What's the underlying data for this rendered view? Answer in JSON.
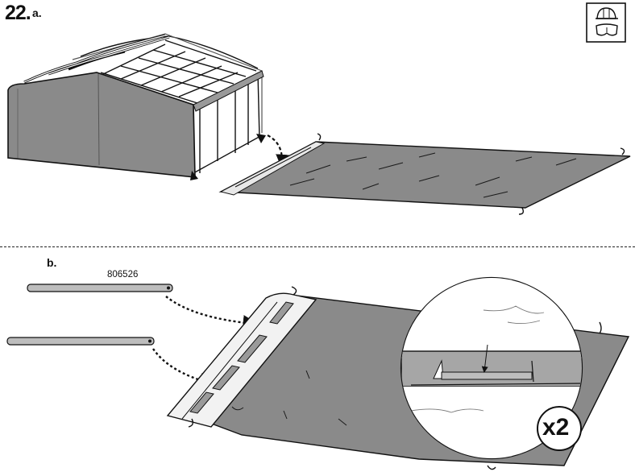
{
  "step": {
    "number": "22.",
    "sub_a": "a.",
    "sub_b": "b."
  },
  "parts": {
    "rod_part_number": "806526",
    "detail_part_number": "806526"
  },
  "quantity": "x2",
  "icons": {
    "safety": "helmet-goggles-icon"
  },
  "colors": {
    "fabric": "#8a8a8a",
    "fabric_dark": "#6f6f6f",
    "outline": "#1a1a1a",
    "rod": "#bdbdbd"
  }
}
